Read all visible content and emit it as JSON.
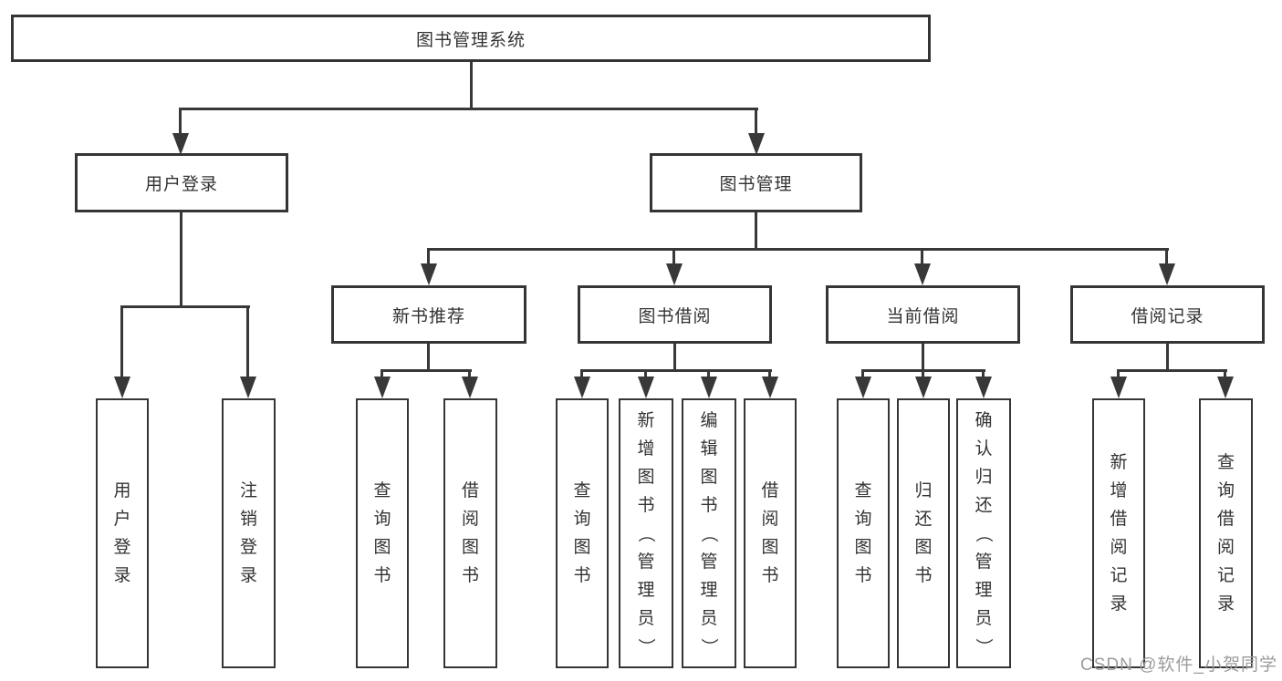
{
  "colors": {
    "line": "#383838",
    "box_border": "#353535",
    "text": "#333333",
    "watermark_text": "#9c9c9c",
    "background": "#ffffff"
  },
  "tree": {
    "root": {
      "label": "图书管理系统"
    },
    "children": [
      {
        "label": "用户登录",
        "children": [
          {
            "label": "用户登录"
          },
          {
            "label": "注销登录"
          }
        ]
      },
      {
        "label": "图书管理",
        "children": [
          {
            "label": "新书推荐",
            "children": [
              {
                "label": "查询图书"
              },
              {
                "label": "借阅图书"
              }
            ]
          },
          {
            "label": "图书借阅",
            "children": [
              {
                "label": "查询图书"
              },
              {
                "label": "新增图书（管理员）"
              },
              {
                "label": "编辑图书（管理员）"
              },
              {
                "label": "借阅图书"
              }
            ]
          },
          {
            "label": "当前借阅",
            "children": [
              {
                "label": "查询图书"
              },
              {
                "label": "归还图书"
              },
              {
                "label": "确认归还（管理员）"
              }
            ]
          },
          {
            "label": "借阅记录",
            "children": [
              {
                "label": "新增借阅记录"
              },
              {
                "label": "查询借阅记录"
              }
            ]
          }
        ]
      }
    ]
  },
  "watermark": {
    "text": "CSDN @软件_小贺同学"
  }
}
